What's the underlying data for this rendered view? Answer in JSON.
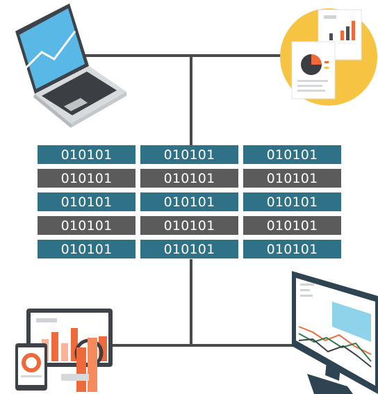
{
  "colors": {
    "line": "#4a4a4a",
    "teal": "#2f7187",
    "gray": "#5b5b5b",
    "accent_yellow": "#f6c342",
    "accent_orange": "#ee6a3a",
    "screen_blue": "#5ab8e6",
    "monitor_dark": "#2e4452"
  },
  "icons": {
    "laptop": "laptop-line-chart-icon",
    "reports": "report-documents-icon",
    "devices": "tablet-and-monitor-dashboard-icon",
    "monitor": "desktop-monitor-line-chart-icon"
  },
  "grid": {
    "rows": [
      {
        "style": "teal",
        "cells": [
          "010101",
          "010101",
          "010101"
        ]
      },
      {
        "style": "gray",
        "cells": [
          "010101",
          "010101",
          "010101"
        ]
      },
      {
        "style": "teal",
        "cells": [
          "010101",
          "010101",
          "010101"
        ]
      },
      {
        "style": "gray",
        "cells": [
          "010101",
          "010101",
          "010101"
        ]
      },
      {
        "style": "teal",
        "cells": [
          "010101",
          "010101",
          "010101"
        ]
      }
    ]
  }
}
